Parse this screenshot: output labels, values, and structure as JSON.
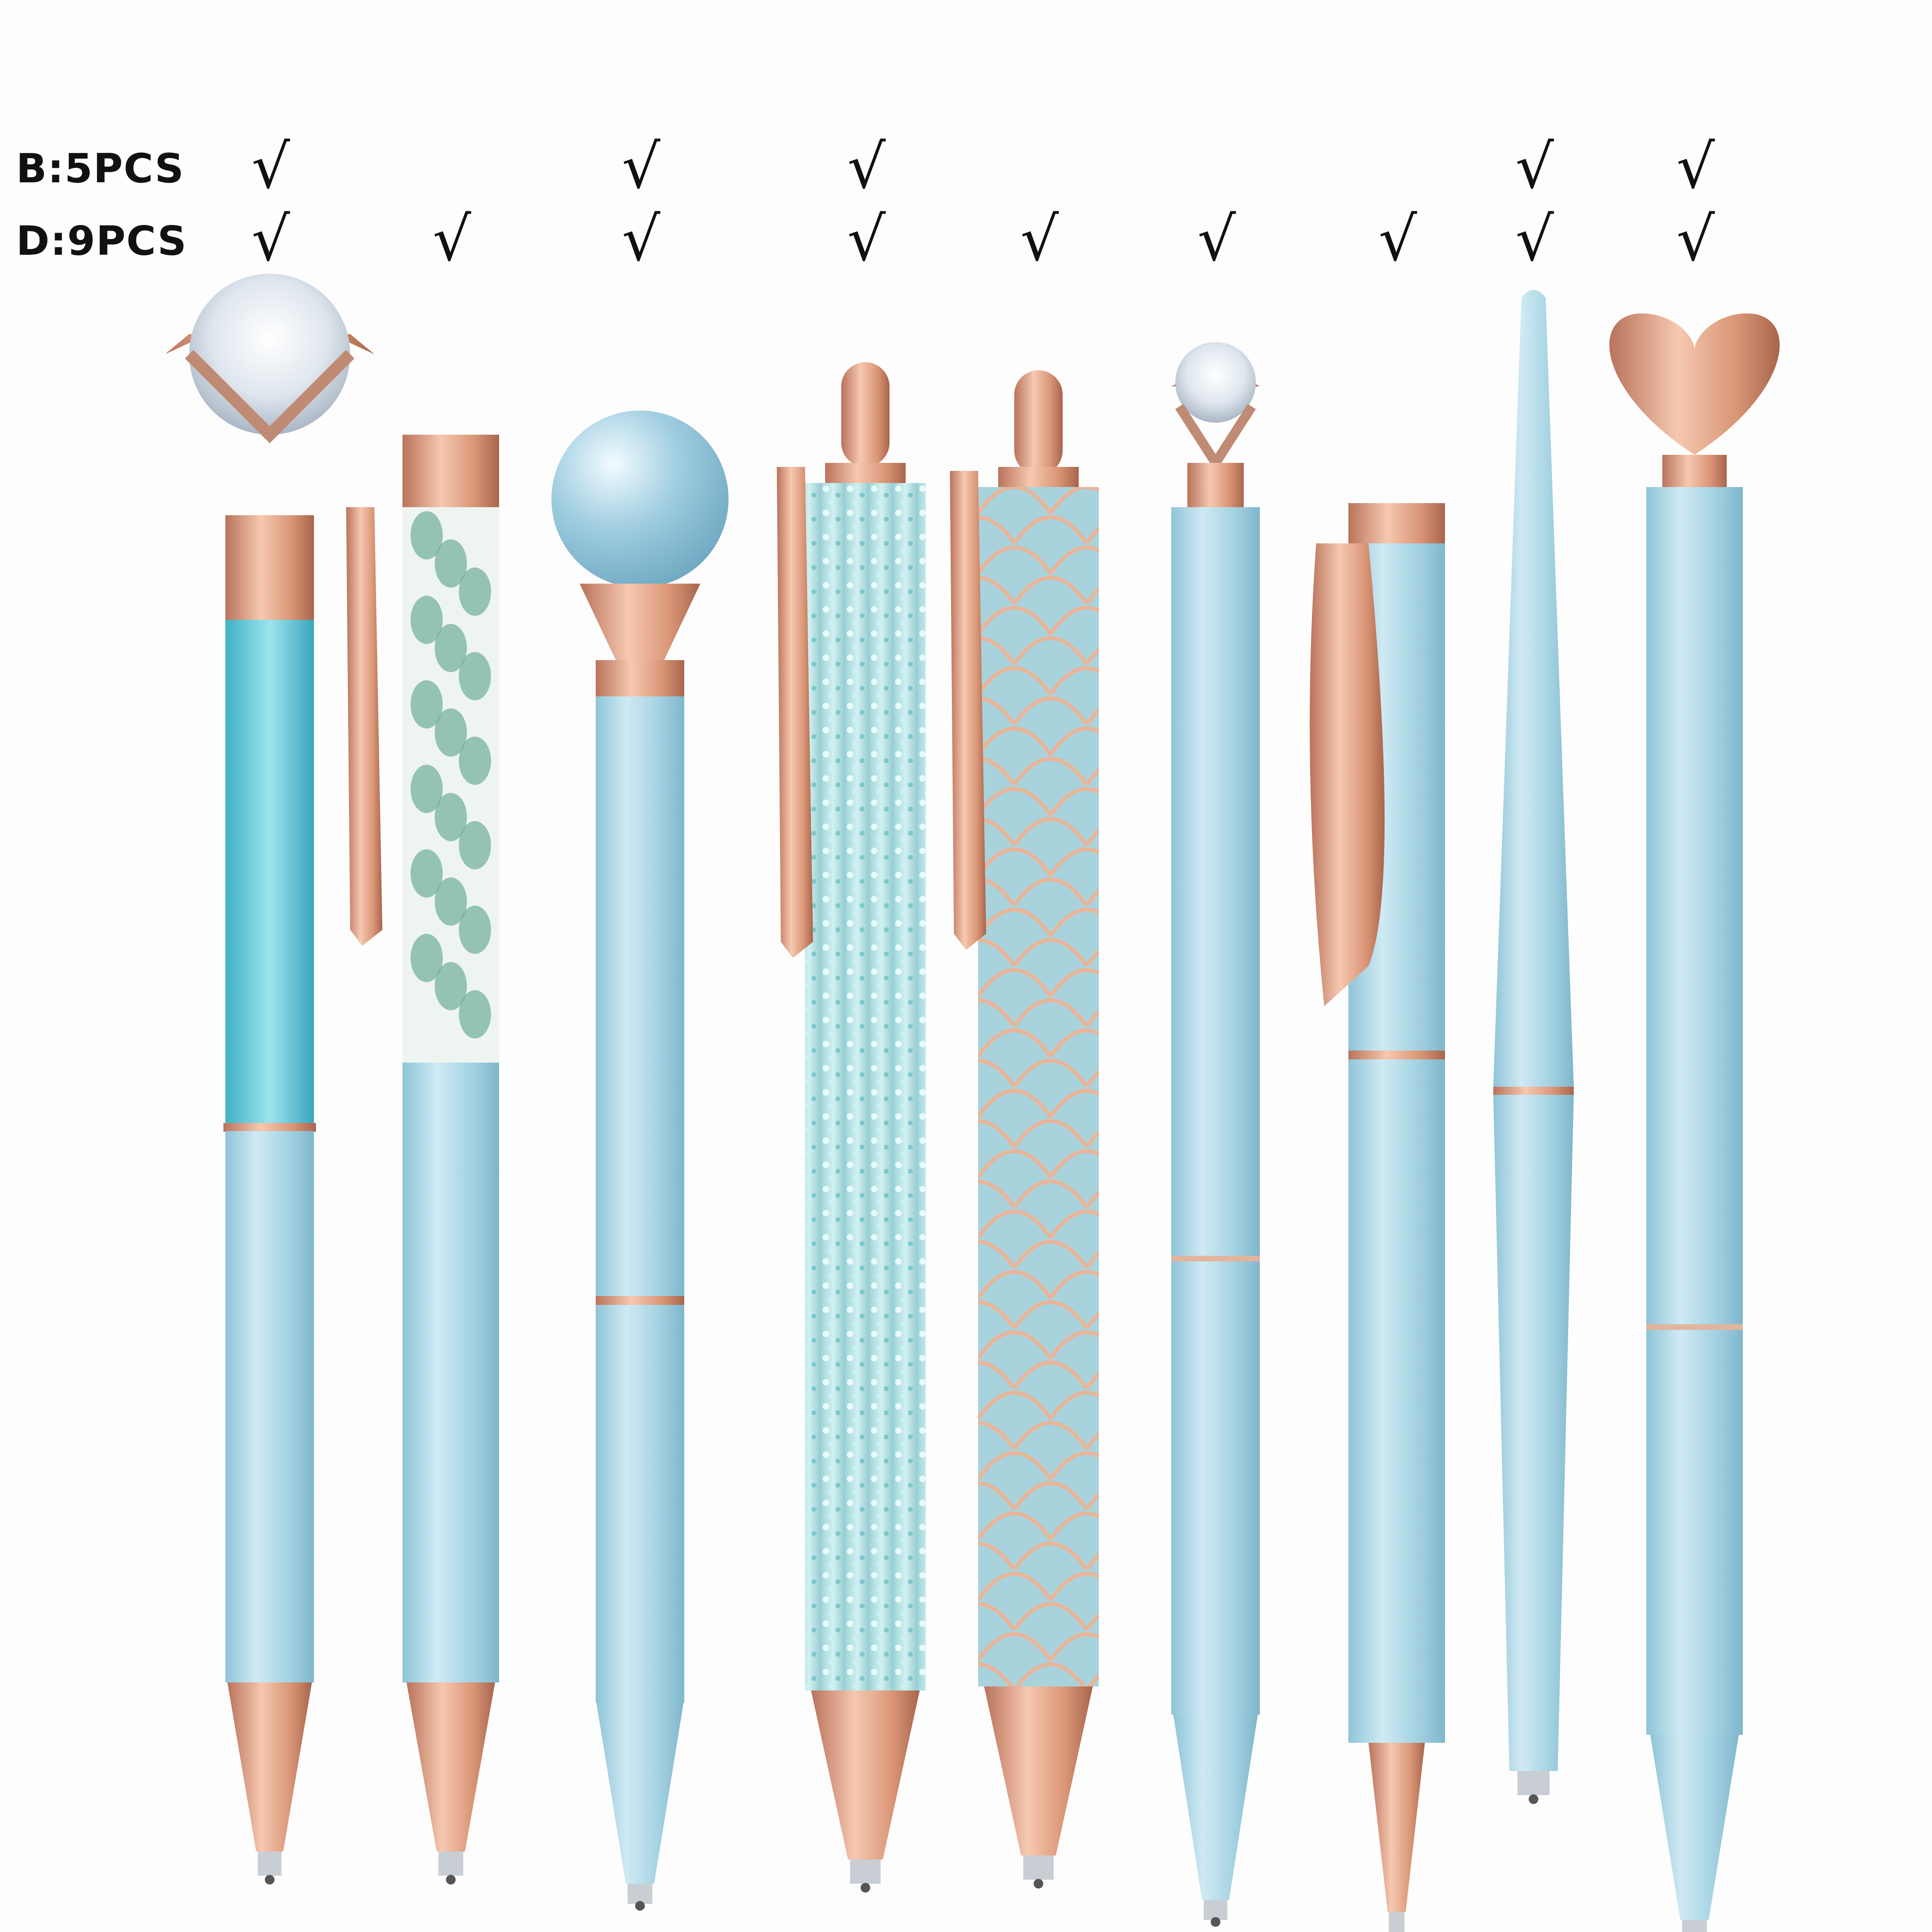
{
  "rows": [
    {
      "label": "B:5PCS",
      "marks": [
        true,
        false,
        true,
        true,
        false,
        false,
        false,
        true,
        true
      ]
    },
    {
      "label": "D:9PCS",
      "marks": [
        true,
        true,
        true,
        true,
        true,
        true,
        true,
        true,
        true
      ]
    }
  ],
  "check_symbol": "√",
  "colors": {
    "pen_blue": "#a9d4e3",
    "rose_gold": "#e0a486",
    "glitter": "#b8e3e5",
    "crystal_fill": "#62c6d6",
    "floral": "#6fae98"
  },
  "pens": [
    {
      "name": "diamond-crystal-pen"
    },
    {
      "name": "floral-pen"
    },
    {
      "name": "pearl-top-pen"
    },
    {
      "name": "glitter-pen"
    },
    {
      "name": "mermaid-scale-pen"
    },
    {
      "name": "small-diamond-pen"
    },
    {
      "name": "clip-pen"
    },
    {
      "name": "slim-pen"
    },
    {
      "name": "heart-top-pen"
    }
  ]
}
